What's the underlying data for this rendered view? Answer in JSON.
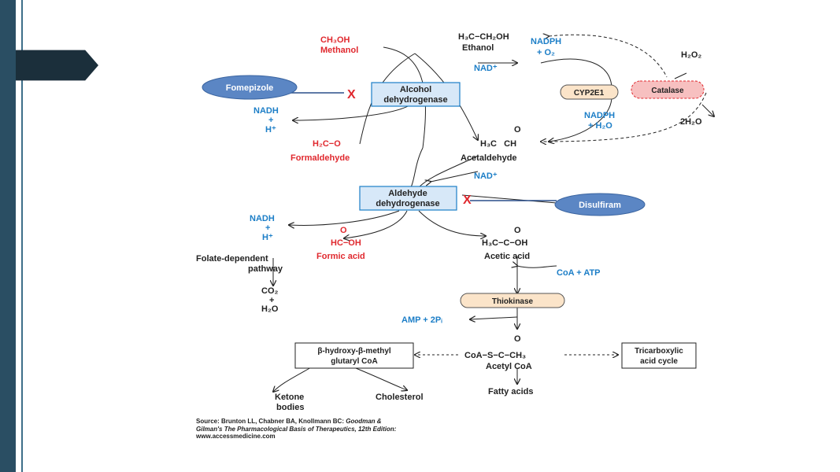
{
  "colors": {
    "accent_red": "#e0282e",
    "accent_blue": "#1c7ec7",
    "dark": "#222222",
    "enzyme_fill": "#d7e8f8",
    "cloud_fill": "#5b86c4",
    "pill_fill": "#fbe4c9"
  },
  "diagram": {
    "ethanol_formula": "H₃C−CH₂OH",
    "ethanol_name": "Ethanol",
    "methanol_formula": "CH₃OH",
    "methanol_name": "Methanol",
    "nad1": "NAD⁺",
    "nadph_o2_line1": "NADPH",
    "nadph_o2_line2": "+ O₂",
    "h2o2": "H₂O₂",
    "fomepizole": "Fomepizole",
    "x1": "X",
    "adh_line1": "Alcohol",
    "adh_line2": "dehydrogenase",
    "cyp2e1": "CYP2E1",
    "catalase": "Catalase",
    "nadh1_line1": "NADH",
    "nadh1_line2": "+",
    "nadh1_line3": "H⁺",
    "nadph_h2o_line1": "NADPH",
    "nadph_h2o_line2": "+ H₂O",
    "h2o_2": "2H₂O",
    "formaldehyde_formula": "H₂C−O",
    "formaldehyde_name": "Formaldehyde",
    "acetaldehyde_o": "O",
    "acetaldehyde_formula": "H₃C   CH",
    "acetaldehyde_name": "Acetaldehyde",
    "nad2": "NAD⁺",
    "aldh_line1": "Aldehyde",
    "aldh_line2": "dehydrogenase",
    "x2": "X",
    "disulfiram": "Disulfiram",
    "nadh2_line1": "NADH",
    "nadh2_line2": "+",
    "nadh2_line3": "H⁺",
    "formic_o": "O",
    "formic_formula": "HC−OH",
    "formic_name": "Formic acid",
    "acetic_o": "O",
    "acetic_formula": "H₃C−C−OH",
    "acetic_name": "Acetic acid",
    "folate_line1": "Folate-dependent",
    "folate_line2": "pathway",
    "co2": "CO₂",
    "plus": "+",
    "h2o": "H₂O",
    "coa_atp": "CoA + ATP",
    "thiokinase": "Thiokinase",
    "amp": "AMP + 2Pᵢ",
    "acetylcoa_o": "O",
    "acetylcoa_formula": "CoA−S−C−CH₃",
    "acetylcoa_name": "Acetyl CoA",
    "hmg_line1": "β-hydroxy-β-methyl",
    "hmg_line2": "glutaryl CoA",
    "tca_line1": "Tricarboxylic",
    "tca_line2": "acid cycle",
    "fatty_acids": "Fatty acids",
    "ketone_line1": "Ketone",
    "ketone_line2": "bodies",
    "cholesterol": "Cholesterol"
  },
  "source": {
    "line1_prefix": "Source: Brunton LL, Chabner BA, Knollmann BC: ",
    "line1_italic": "Goodman &",
    "line2_italic": "Gilman's The Pharmacological Basis of Therapeutics, 12th Edition:",
    "line3": "www.accessmedicine.com"
  }
}
